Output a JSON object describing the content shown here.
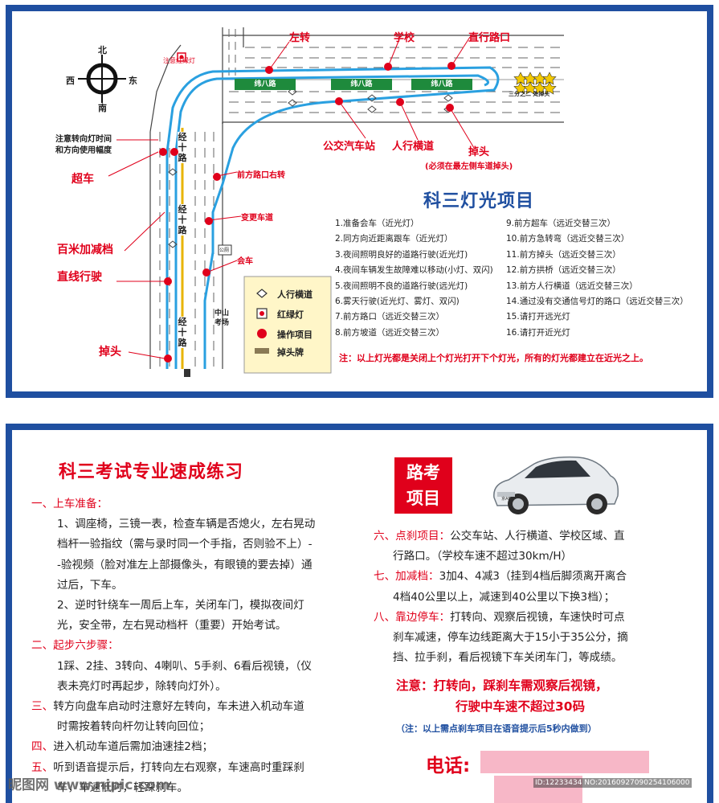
{
  "map": {
    "compass": {
      "north": "北",
      "south": "南",
      "east": "东",
      "west": "西"
    },
    "traffic_light_note": "注意红绿灯",
    "roads": {
      "wei_ba_1": "纬八路",
      "wei_ba_2": "纬八路",
      "wei_ba_3": "纬八路",
      "jing_shi_1": "经十路",
      "jing_shi_2": "经十路",
      "jing_shi_3": "经十路"
    },
    "stars_caption": "三分之二 处掉头",
    "labels": {
      "left_turn": "左转",
      "school": "学校",
      "straight_intersection": "直行路口",
      "bus_stop": "公交汽车站",
      "crosswalk": "人行横道",
      "uturn_top": "掉头",
      "uturn_note": "(必须在最左侧车道掉头)",
      "turn_signal_note_1": "注意转向灯时间",
      "turn_signal_note_2": "和方向使用幅度",
      "overtake": "超车",
      "accel_decel": "百米加减档",
      "straight_drive": "直线行驶",
      "uturn_bottom": "掉头",
      "front_right_turn": "前方路口右转",
      "lane_change": "变更车道",
      "meeting": "会车",
      "gongce": "公厕",
      "zhongshan_1": "中山",
      "zhongshan_2": "考场"
    },
    "legend": {
      "crosswalk": "人行横道",
      "traffic_light": "红绿灯",
      "operation": "操作项目",
      "uturn_sign": "掉头牌"
    }
  },
  "lights": {
    "title": "科三灯光项目",
    "left_items": [
      "1.准备会车（近光灯）",
      "2.同方向近距离跟车（近光灯）",
      "3.夜间照明良好的道路行驶(近光灯)",
      "4.夜间车辆发生故障难以移动(小灯、双闪)",
      "5.夜间照明不良的道路行驶(远光灯)",
      "6.雾天行驶(近光灯、雾灯、双闪)",
      "7.前方路口（远近交替三次）",
      "8.前方坡道（远近交替三次）"
    ],
    "right_items": [
      "9.前方超车（远近交替三次）",
      "10.前方急转弯（远近交替三次）",
      "11.前方掉头（远近交替三次）",
      "12.前方拱桥（远近交替三次）",
      "13.前方人行横道（远近交替三次）",
      "14.通过没有交通信号灯的路口（远近交替三次）",
      "15.请打开远光灯",
      "16.请打开近光灯"
    ],
    "note": "注：以上灯光都是关闭上个灯光打开下个灯光，所有的灯光都建立在近光之上。"
  },
  "practice": {
    "title": "科三考试专业速成练习",
    "s1_head": "一、上车准备：",
    "s1_lines": [
      "1、调座椅，三镜一表，检查车辆是否熄火，左右晃动",
      "档杆一验指纹（需与录时同一个手指，否则验不上）-",
      "-验视频（脸对准左上部摄像头，有眼镜的要去掉）通",
      "过后，下车。",
      "2、逆时针绕车一周后上车，关闭车门，模拟夜间灯",
      "光，安全带，左右晃动档杆（重要）开始考试。"
    ],
    "s2_head": "二、起步六步骤：",
    "s2_lines": [
      "1踩、2挂、3转向、4喇叭、5手刹、6看后视镜，（仪",
      "表未亮灯时再起步，除转向灯外）。"
    ],
    "s3_head": "三、",
    "s3_lines": [
      "转方向盘车启动时注意好左转向，车未进入机动车道",
      "时需按着转向杆勿让转向回位；"
    ],
    "s4_head": "四、",
    "s4_text": "进入机动车道后需加油速挂2档；",
    "s5_head": "五、",
    "s5_lines": [
      "听到语音提示后，打转向左右观察，车速高时重踩刹",
      "车，车速低时，轻踩刹车。"
    ]
  },
  "road_test": {
    "badge_1": "路考",
    "badge_2": "项目",
    "car_plate": "京AB",
    "s6_head": "六、点刹项目：",
    "s6_lines": [
      "公交车站、人行横道、学校区域、直",
      "行路口。（学校车速不超过30km/H）"
    ],
    "s7_head": "七、加减档：",
    "s7_lines": [
      "3加4、4减3（挂到4档后脚须离开离合",
      "4档40公里以上，减速到40公里以下换3档）；"
    ],
    "s8_head": "八、靠边停车：",
    "s8_lines": [
      "打转向、观察后视镜，车速快时可点",
      "刹车减速，停车边线距离大于15小于35公分，摘",
      "挡、拉手刹，看后视镜下车关闭车门，等成绩。"
    ],
    "notice_1": "注意：打转向，踩刹车需观察后视镜，",
    "notice_2": "行驶中车速不超过30码",
    "notice_3": "（注：以上需点刹车项目在语音提示后5秒内做到）",
    "phone_label": "电话:"
  },
  "watermark": {
    "left": "昵图网 www.nipic.com",
    "right": "ID:12233434 NO:20160927090254106000"
  },
  "colors": {
    "brand_blue": "#1f4fa0",
    "accent_red": "#e0001b",
    "route_blue": "#2aa0e0",
    "road_green": "#1e8a3c"
  }
}
